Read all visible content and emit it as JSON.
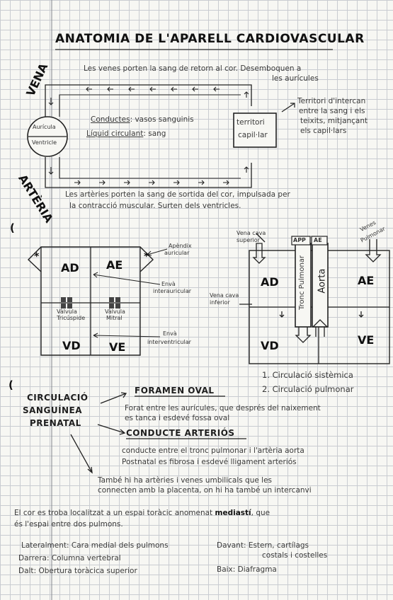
{
  "title": "ANATOMIA DE L'APARELL CARDIOVASCULAR",
  "vena_label": "VENA",
  "arteria_label": "ARTÈRIA",
  "veins_note": [
    "Les venes porten la sang de retorn al cor. Desemboquen a",
    "les aurícules"
  ],
  "atrium": "Aurícula",
  "ventricle": "Ventricle",
  "conductes_label": "Conductes",
  "conductes_value": ": vasos sanguinis",
  "liquid_label": "Líquid circulant",
  "liquid_value": ": sang",
  "capillary_box": [
    "territori",
    "capil·lar"
  ],
  "capillary_note": [
    "Territori d'intercan",
    "entre la sang i els",
    "teixits, mitjançant",
    "els capil·lars"
  ],
  "arteries_note": [
    "Les artèries porten la sang de sortida del cor, impulsada per",
    "la contracció muscular. Surten dels ventricles."
  ],
  "bullet": "(",
  "heart1": {
    "ad": "AD",
    "ae": "AE",
    "vd": "VD",
    "ve": "VE",
    "star": "*",
    "tricuspid": [
      "Vàlvula",
      "Tricúspide"
    ],
    "mitral": [
      "Vàlvula",
      "Mitral"
    ],
    "appendix": [
      "Apèndix",
      "auricular"
    ],
    "interatrial": [
      "Envà",
      "interauricular"
    ],
    "interventricular": [
      "Envà",
      "interventricular"
    ]
  },
  "heart2": {
    "vcs": [
      "Vena cava",
      "superior"
    ],
    "vci": [
      "Vena cava",
      "inferior"
    ],
    "vp": [
      "Venes",
      "Pulmonar"
    ],
    "app": "APP",
    "aee": "AE",
    "tronc": "Tronc Pulmonar",
    "aorta": "Aorta",
    "ad": "AD",
    "ae": "AE",
    "vd": "VD",
    "ve": "VE"
  },
  "circ_list": [
    "1. Circulació sistèmica",
    "2. Circulació pulmonar"
  ],
  "prenatal_title": [
    "CIRCULACIÓ",
    "SANGUÍNEA",
    "PRENATAL"
  ],
  "foramen_title": "FORAMEN OVAL",
  "foramen_text": [
    "Forat entre les aurícules, que després del naixement",
    "es tanca i esdevé fossa oval"
  ],
  "conducte_title": "CONDUCTE ARTERIÓS",
  "conducte_text": [
    "conducte entre el tronc pulmonar i l'artèria aorta",
    "Postnatal es fibrosa i esdevé lligament arteriós"
  ],
  "umbilical_text": [
    "També hi ha artèries i venes umbilicals que les",
    "connecten amb la placenta, on hi ha també un intercanvi"
  ],
  "mediastinum_pre": "El cor es troba localitzat a un espai toràcic anomenat ",
  "mediastinum_word": "mediastí",
  "mediastinum_post": ", que",
  "mediastinum_line2": "és l'espai entre dos pulmons.",
  "pos": {
    "lateral_label": "Lateralment",
    "lateral_value": ": Cara medial dels pulmons",
    "davant_label": "Davant",
    "davant_value": ": Estern, cartílags",
    "davant_value2": "costals i costelles",
    "darrera_label": "Darrera",
    "darrera_value": ": Columna vertebral",
    "dalt_label": "Dalt",
    "dalt_value": ": Obertura toràcica superior",
    "baix_label": "Baix",
    "baix_value": ": Diafragma"
  },
  "colors": {
    "ink": "#1e1e1e",
    "grid": "#c9ccd1",
    "paper": "#f7f7f3",
    "valve": "#444444"
  }
}
